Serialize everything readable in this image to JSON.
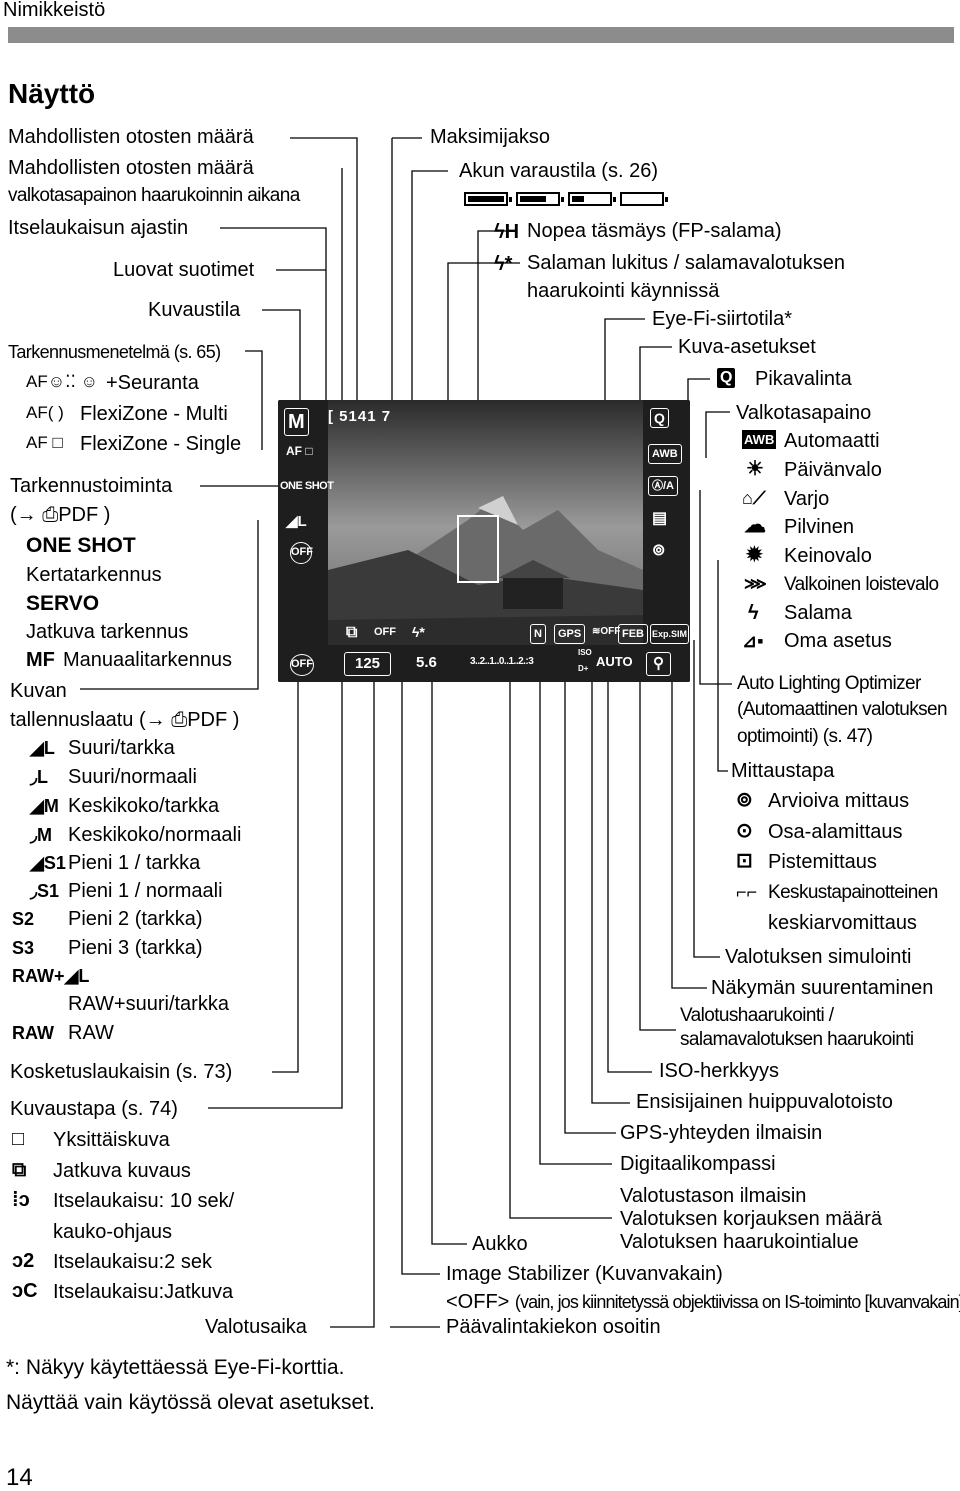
{
  "header": {
    "section": "Nimikkeistö",
    "page_number": "14"
  },
  "title": "Näyttö",
  "left": {
    "shots_remaining": "Mahdollisten otosten määrä",
    "shots_wb_bracket_1": "Mahdollisten otosten määrä",
    "shots_wb_bracket_2": "valkotasapainon haarukoinnin aikana",
    "self_timer": "Itselaukaisun ajastin",
    "creative_filters": "Luovat suotimet",
    "shooting_mode": "Kuvaustila",
    "af_method": "Tarkennusmenetelmä (s. 65)",
    "af_face_icon": "AF☺⁚⁚ ☺",
    "af_face": "+Seuranta",
    "af_multi_icon": "AF( )",
    "af_multi": "FlexiZone - Multi",
    "af_single_icon": "AF □",
    "af_single": "FlexiZone - Single",
    "af_operation": "Tarkennustoiminta",
    "af_operation_ref": "(→ ⎙PDF )",
    "one_shot": "ONE SHOT",
    "one_shot_desc": "Kertatarkennus",
    "servo": "SERVO",
    "servo_desc": "Jatkuva tarkennus",
    "mf": "MF",
    "mf_desc": "Manuaalitarkennus",
    "quality_1": "Kuvan",
    "quality_2": "tallennuslaatu (→ ⎙PDF )",
    "quality_items": [
      {
        "icon": "◢L",
        "label": "Suuri/tarkka"
      },
      {
        "icon": "◞L",
        "label": "Suuri/normaali"
      },
      {
        "icon": "◢M",
        "label": "Keskikoko/tarkka"
      },
      {
        "icon": "◞M",
        "label": "Keskikoko/normaali"
      },
      {
        "icon": "◢S1",
        "label": "Pieni 1 / tarkka"
      },
      {
        "icon": "◞S1",
        "label": "Pieni 1 / normaali"
      },
      {
        "icon": "S2",
        "label": "Pieni 2 (tarkka)"
      },
      {
        "icon": "S3",
        "label": "Pieni 3 (tarkka)"
      }
    ],
    "raw_l_icon": "RAW+◢L",
    "raw_l": "RAW+suuri/tarkka",
    "raw_icon": "RAW",
    "raw": "RAW",
    "touch_shutter": "Kosketuslaukaisin (s. 73)",
    "drive": "Kuvaustapa (s. 74)",
    "drive_items": [
      {
        "icon": "□",
        "label": "Yksittäiskuva"
      },
      {
        "icon": "⧉",
        "label": "Jatkuva kuvaus"
      },
      {
        "icon": "⁞ↄ",
        "label": "Itselaukaisu: 10 sek/"
      },
      {
        "icon": "",
        "label": "kauko-ohjaus"
      },
      {
        "icon": "ↄ2",
        "label": "Itselaukaisu:2 sek"
      },
      {
        "icon": "ↄC",
        "label": "Itselaukaisu:Jatkuva"
      }
    ],
    "shutter_speed": "Valotusaika"
  },
  "footnote_1": "*: Näkyy käytettäessä Eye-Fi-korttia.",
  "footnote_2": "Näyttää vain käytössä olevat asetukset.",
  "right": {
    "max_burst": "Maksimijakso",
    "battery": "Akun varaustila (s. 26)",
    "fp_icon": "ϟH",
    "fp_flash": "Nopea täsmäys (FP-salama)",
    "fe_icon": "ϟ*",
    "fe_lock_1": "Salaman lukitus / salamavalotuksen",
    "fe_lock_2": "haarukointi käynnissä",
    "eyefi": "Eye-Fi-siirtotila*",
    "picture_style": "Kuva-asetukset",
    "quick_icon": "Q",
    "quick": "Pikavalinta",
    "wb": "Valkotasapaino",
    "wb_items": [
      {
        "icon": "AWB",
        "label": "Automaatti"
      },
      {
        "icon": "☀",
        "label": "Päivänvalo"
      },
      {
        "icon": "⌂⟋",
        "label": "Varjo"
      },
      {
        "icon": "☁",
        "label": "Pilvinen"
      },
      {
        "icon": "✹",
        "label": "Keinovalo"
      },
      {
        "icon": "⋙",
        "label": "Valkoinen loistevalo"
      },
      {
        "icon": "ϟ",
        "label": "Salama"
      },
      {
        "icon": "⊿▪",
        "label": "Oma asetus"
      }
    ],
    "alo_1": "Auto Lighting Optimizer",
    "alo_2": "(Automaattinen valotuksen",
    "alo_3": "optimointi) (s. 47)",
    "metering": "Mittaustapa",
    "metering_items": [
      {
        "icon": "⊚",
        "label": "Arvioiva mittaus"
      },
      {
        "icon": "⊙",
        "label": "Osa-alamittaus"
      },
      {
        "icon": "⊡",
        "label": "Pistemittaus"
      },
      {
        "icon": "⌐⌐",
        "label": "Keskustapainotteinen"
      }
    ],
    "metering_cw_2": "keskiarvomittaus",
    "exposure_sim": "Valotuksen simulointi",
    "magnify": "Näkymän suurentaminen",
    "aeb_1": "Valotushaarukointi /",
    "aeb_2": "salamavalotuksen haarukointi",
    "iso": "ISO-herkkyys",
    "highlight": "Ensisijainen huippuvalotoisto",
    "gps": "GPS-yhteyden ilmaisin",
    "compass": "Digitaalikompassi",
    "exp_level": "Valotustason ilmaisin",
    "exp_comp": "Valotuksen korjauksen määrä",
    "aeb_range": "Valotuksen haarukointialue",
    "aperture": "Aukko",
    "is": "Image Stabilizer (Kuvanvakain)",
    "is_off_prefix": "<OFF>",
    "is_off_suffix": "(vain, jos kiinnitetyssä objektiivissa on IS-toiminto [kuvanvakain])",
    "dial": "Päävalintakiekon osoitin"
  },
  "lcd": {
    "mode": "M",
    "af": "AF □",
    "one_shot": "ONE SHOT",
    "quality": "◢L",
    "shots": "[ 5141 7",
    "q": "Q",
    "awb": "AWB",
    "alo": "Ⓐ/A",
    "style": "▤",
    "meter": "⊚",
    "drive": "⧉",
    "off": "OFF",
    "flash": "ϟ*",
    "n_icon": "N",
    "gps": "GPS",
    "wifi": "≋OFF",
    "feb": "FEB",
    "expsim": "Exp.SIM",
    "touch": "OFF",
    "tv": "125",
    "av": "5.6",
    "scale": "3..2..1..0..1..2.:3",
    "iso_label": "ISO",
    "iso_sub": "D+",
    "iso": "AUTO",
    "mag": "⚲"
  },
  "colors": {
    "bar": "#8c8c8c",
    "text": "#000000"
  }
}
